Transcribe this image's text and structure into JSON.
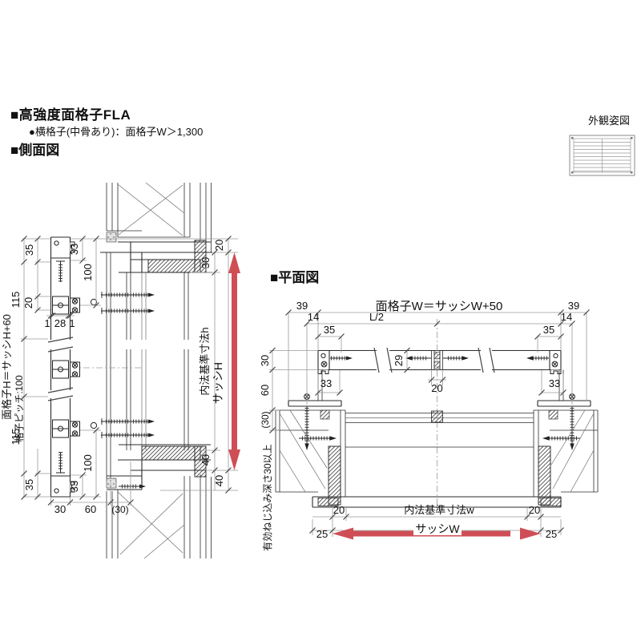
{
  "page": {
    "title": "■高強度面格子FLA",
    "subtitle": "●横格子(中骨あり)：面格子W＞1,300",
    "side_view_heading": "■側面図",
    "plan_view_heading": "■平面図",
    "appearance_heading": "外観姿図"
  },
  "side_view": {
    "d35_top": "35",
    "d115_top": "115",
    "d20_bracket": "20",
    "d1_left": "1",
    "d28": "28",
    "d1_right": "1",
    "d33_top": "33",
    "d100_top": "100",
    "height_formula": "面格子H＝サッシH+60",
    "pitch_note": "格子ピッチ:100",
    "d115_bottom": "115",
    "d35_bottom": "35",
    "d33_bottom": "33",
    "d100_bottom": "100",
    "d30_width": "30",
    "d60_offset": "60",
    "d30_frame": "(30)",
    "d20_top_right": "20",
    "d30_head": "30",
    "inner_height_label": "内法基準寸法h",
    "sash_height_label": "サッシH",
    "d40_sill": "40",
    "d40_below": "40"
  },
  "plan_view": {
    "d39_left": "39",
    "width_formula": "面格子W＝サッシW+50",
    "d39_right": "39",
    "d14_left": "14",
    "half_span": "L/2",
    "d14_right": "14",
    "d35_left": "35",
    "d35_right": "35",
    "d30_depth": "30",
    "d29_center": "29",
    "d20_center": "20",
    "d33_left": "33",
    "d33_right": "33",
    "d60_offset": "60",
    "d30_wall": "(30)",
    "screw_note": "有効ねじ込み深さ30以上",
    "d20_left": "20",
    "inner_width_label": "内法基準寸法w",
    "d20_right": "20",
    "d25_left": "25",
    "sash_width_label": "サッシW",
    "d25_right": "25"
  },
  "colors": {
    "line": "#2b2b2b",
    "dim": "#9a9a9a",
    "hatch": "#555555",
    "red_arrow": "#cf4e55",
    "background": "#ffffff"
  }
}
